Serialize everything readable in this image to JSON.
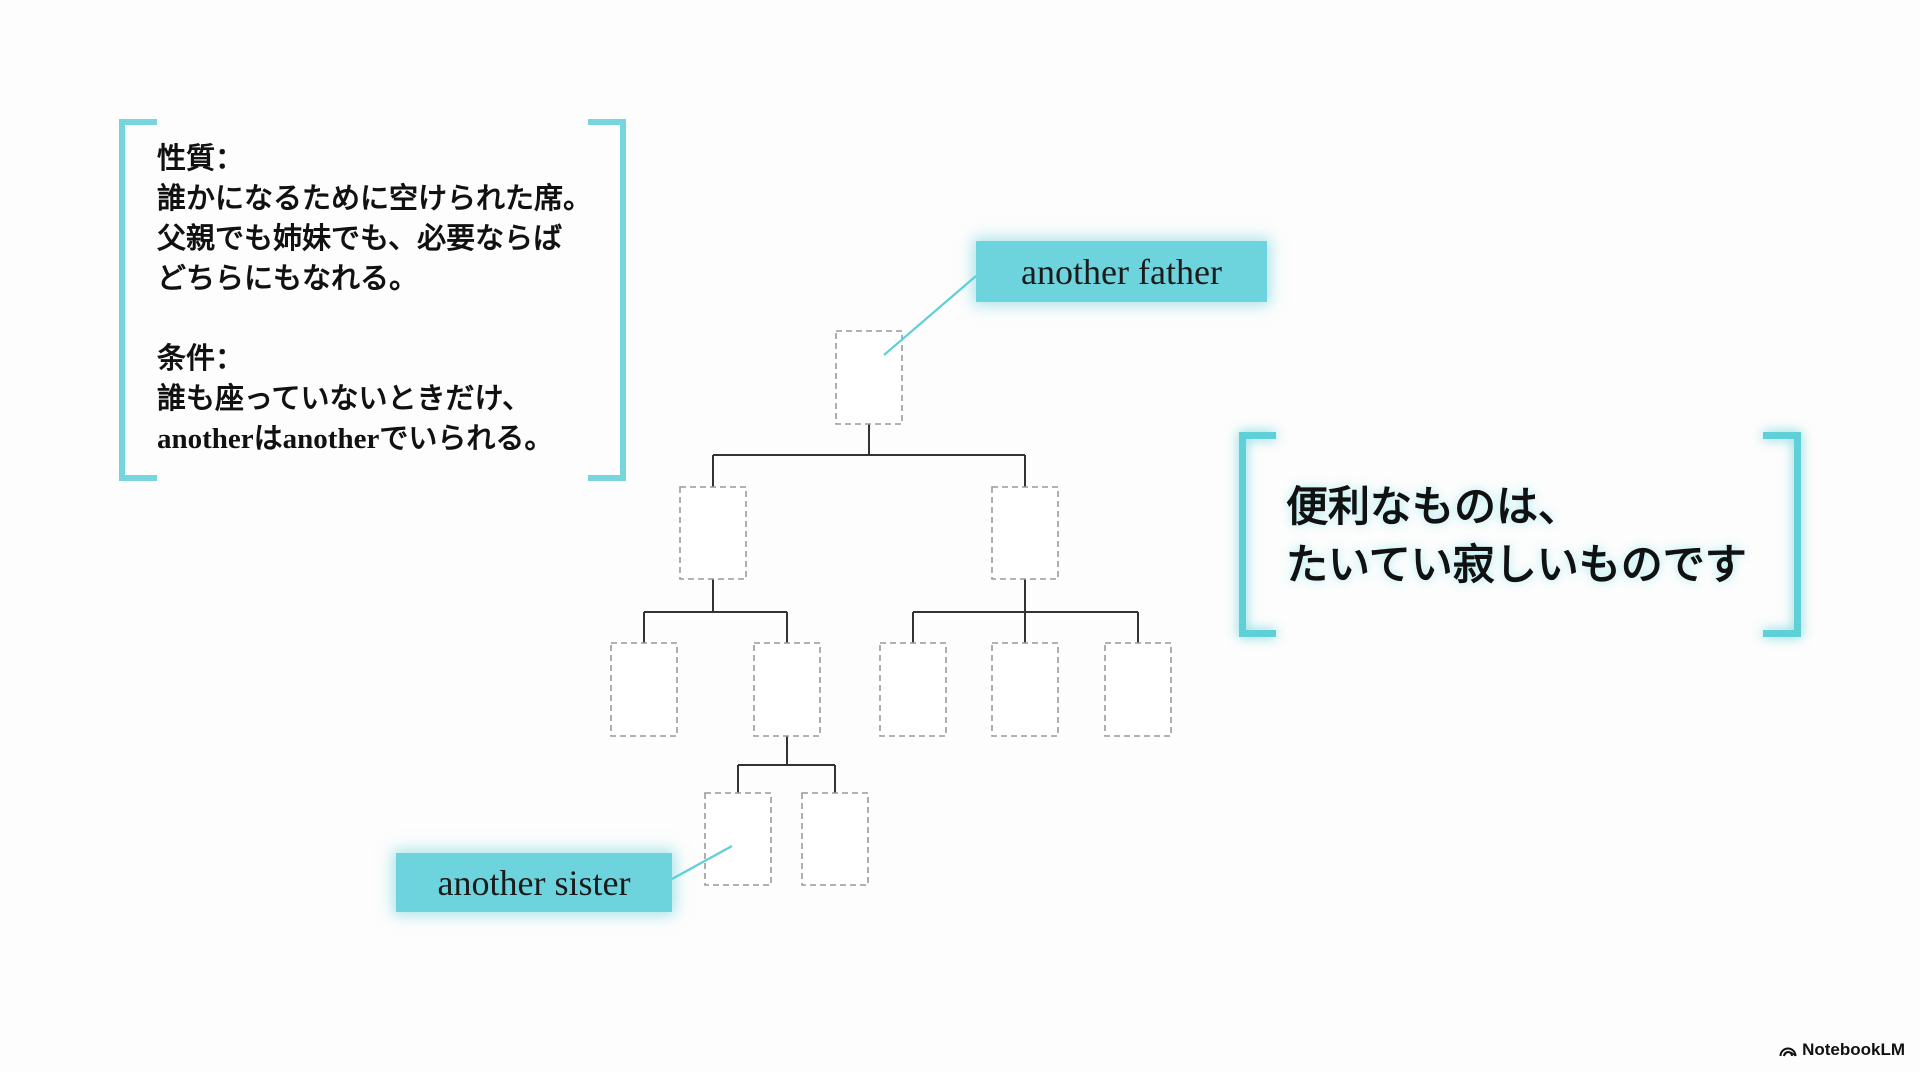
{
  "note": {
    "properties": {
      "heading": "性質：",
      "lines": [
        "誰かになるために空けられた席。",
        "父親でも姉妹でも、必要ならば",
        "どちらにもなれる。"
      ]
    },
    "conditions": {
      "heading": "条件：",
      "lines": [
        "誰も座っていないときだけ、",
        "anotherはanotherでいられる。"
      ]
    }
  },
  "labels": {
    "father": "another father",
    "sister": "another sister"
  },
  "quote": {
    "lines": [
      "便利なものは、",
      "たいてい寂しいものです"
    ]
  },
  "branding": {
    "name": "NotebookLM",
    "icon": "notebooklm-logo-icon"
  },
  "colors": {
    "accent": "#5fcfd8",
    "label_fill": "#6dd3dc",
    "text": "#111111",
    "connector": "#333333",
    "placeholder_border": "#9a9a9a"
  }
}
